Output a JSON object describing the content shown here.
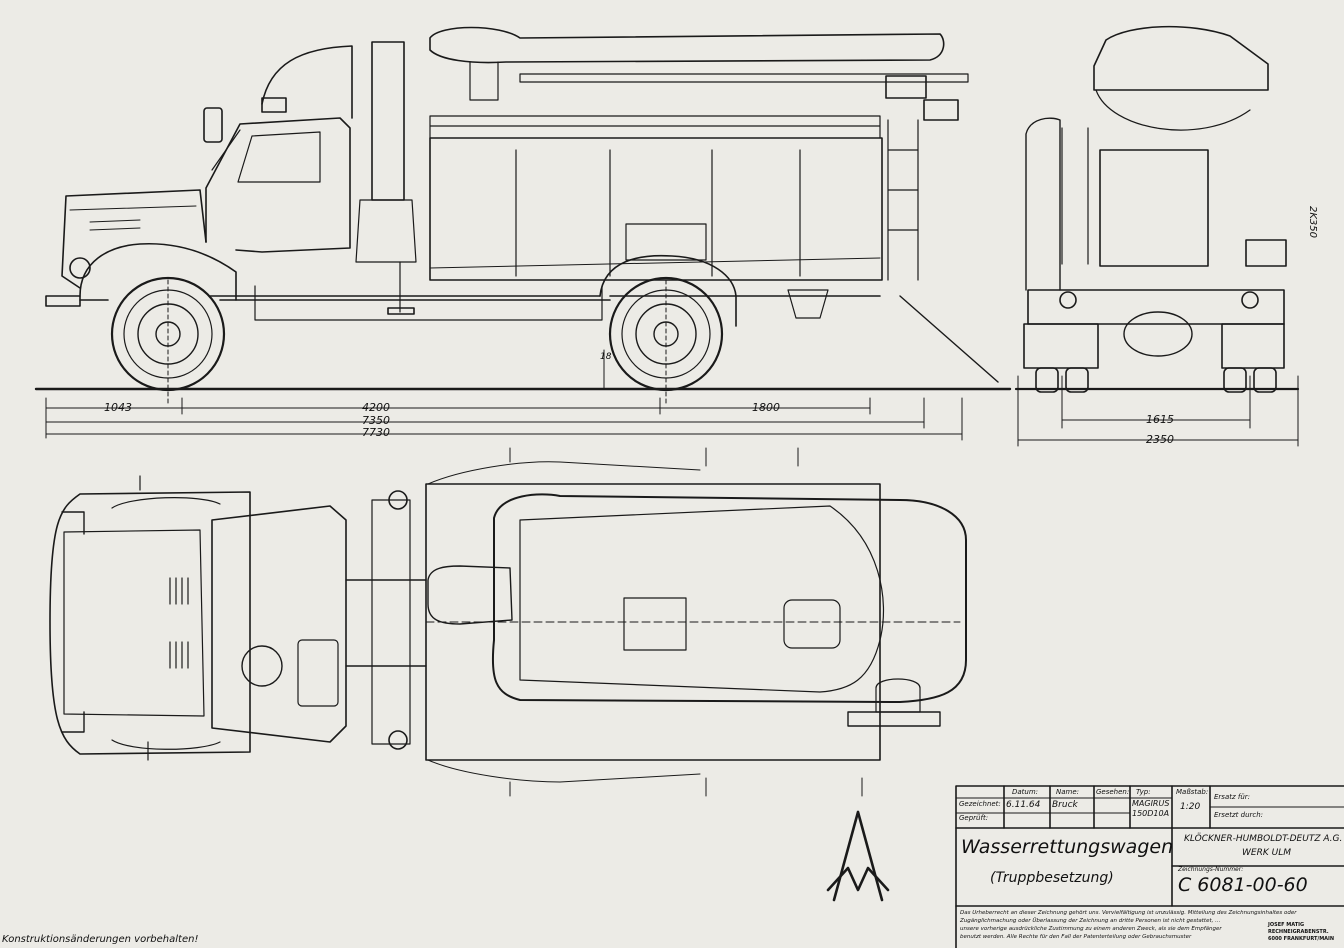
{
  "dimensions": {
    "front_overhang": "1043",
    "wheelbase": "4200",
    "rear_overhang": "1800",
    "length_body": "7350",
    "length_total": "7730",
    "track_width": "1615",
    "overall_width": "2350",
    "ground_clearance": "18"
  },
  "side_marking": "2K350",
  "title_block": {
    "header_datum": "Datum:",
    "header_name": "Name:",
    "header_gesehen": "Gesehen:",
    "header_typ": "Typ:",
    "header_massstab": "Maßstab:",
    "row_gezeichnet": "Gezeichnet:",
    "row_geprueft": "Geprüft:",
    "date_drawn": "6.11.64",
    "name_drawn": "Bruck",
    "type_value": "MAGIRUS 150D10A",
    "scale_value": "1:20",
    "ersatz_fuer": "Ersatz für:",
    "ersetzt_durch": "Ersetzt durch:",
    "title": "Wasserrettungswagen",
    "subtitle": "(Truppbesetzung)",
    "company": "KLÖCKNER-HUMBOLDT-DEUTZ A.G.",
    "plant": "WERK ULM",
    "drawing_number_label": "Zeichnungs-Nummer:",
    "drawing_number": "C 6081-00-60",
    "copyright_1": "Das Urheberrecht an dieser Zeichnung gehört uns. Vervielfältigung ist unzulässig. Mitteilung des Zeichnungsinhaltes oder",
    "copyright_2": "Zugänglichmachung oder Überlassung der Zeichnung an dritte Personen ist nicht gestattet, ...",
    "copyright_3": "unsere vorherige ausdrückliche Zustimmung zu einem anderen Zweck, als sie dem Empfänger",
    "copyright_4": "benutzt werden. Alle Rechte für den Fall der Patenterteilung oder Gebrauchsmuster",
    "stamp": "JOSEF MATIG RECHNEIGRABENSTR. 6000 FRANKFURT/MAIN"
  },
  "footnote": "Konstruktionsänderungen vorbehalten!"
}
